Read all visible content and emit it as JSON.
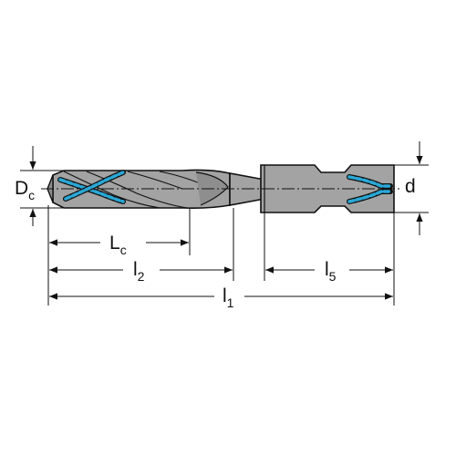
{
  "labels": {
    "dc": {
      "main": "D",
      "sub": "c"
    },
    "d": {
      "main": "d"
    },
    "lc": {
      "main": "L",
      "sub": "c"
    },
    "l2": {
      "main": "l",
      "sub": "2"
    },
    "l5": {
      "main": "l",
      "sub": "5"
    },
    "l1": {
      "main": "l",
      "sub": "1"
    }
  },
  "colors": {
    "outline": "#111111",
    "body_fill": "#a3a3a3",
    "body_dark": "#8e8e8e",
    "coolant": "#2aa8d6",
    "background": "#ffffff"
  }
}
